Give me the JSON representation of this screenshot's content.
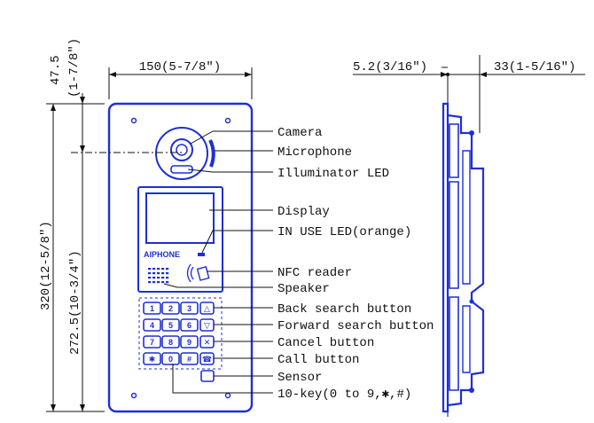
{
  "dimensions": {
    "width_front": "150(5-7/8\")",
    "top_offset": "47.5",
    "top_offset_in": "(1-7/8\")",
    "height_total": "320(12-5/8\")",
    "height_lower": "272.5(10-3/4\")",
    "side_thin": "5.2(3/16\")",
    "side_depth": "33(1-5/16\")"
  },
  "labels": [
    "Camera",
    "Microphone",
    "Illuminator LED",
    "Display",
    "IN USE LED(orange)",
    "NFC reader",
    "Speaker",
    "Back search button",
    "Forward search button",
    "Cancel button",
    "Call button",
    "Sensor",
    "10-key(0 to 9,✱,#)"
  ],
  "keypad": [
    [
      "1",
      "2",
      "3",
      "△"
    ],
    [
      "4",
      "5",
      "6",
      "▽"
    ],
    [
      "7",
      "8",
      "9",
      "✕"
    ],
    [
      "✱",
      "0",
      "#",
      "☎"
    ]
  ],
  "colors": {
    "device": "#1f2fd6",
    "line": "#111111"
  }
}
